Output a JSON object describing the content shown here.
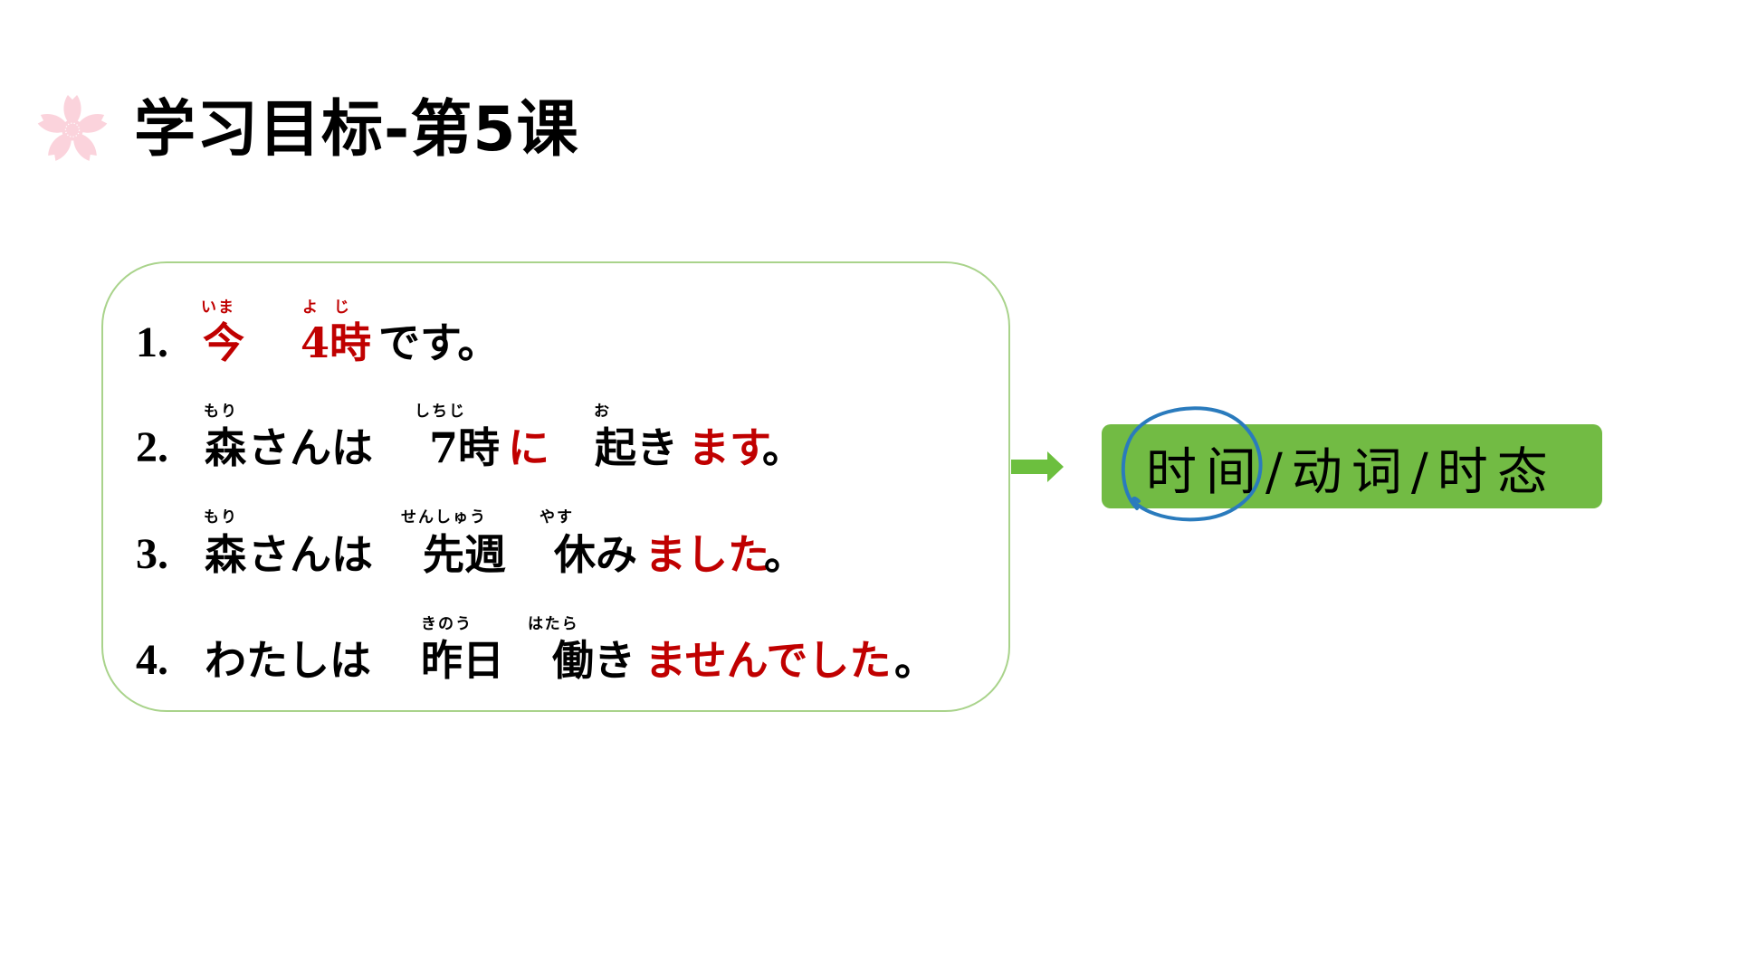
{
  "slide": {
    "title": "学习目标-第5课",
    "title_icon": "sakura-flower-icon",
    "colors": {
      "highlight_red": "#c00000",
      "panel_border": "#a9d38b",
      "arrow_green": "#6cbf3e",
      "tag_green": "#72bb44",
      "annotation_blue": "#2a7bbd",
      "sakura_pink": "#fbd3dc"
    }
  },
  "sentences": [
    {
      "number": "1.",
      "segments": [
        {
          "text": "今",
          "color": "red",
          "ruby": "いま"
        },
        {
          "text": "4時",
          "color": "red",
          "ruby": "よ じ"
        },
        {
          "text": "です。",
          "color": "black"
        }
      ]
    },
    {
      "number": "2.",
      "segments": [
        {
          "text": "森",
          "color": "black",
          "ruby": "もり"
        },
        {
          "text": "さんは",
          "color": "black"
        },
        {
          "text": "7時",
          "color": "black",
          "ruby": "しちじ"
        },
        {
          "text": "に",
          "color": "red"
        },
        {
          "text": "起き",
          "color": "black",
          "ruby": "お"
        },
        {
          "text": "ます",
          "color": "red"
        },
        {
          "text": "。",
          "color": "black"
        }
      ]
    },
    {
      "number": "3.",
      "segments": [
        {
          "text": "森",
          "color": "black",
          "ruby": "もり"
        },
        {
          "text": "さんは",
          "color": "black"
        },
        {
          "text": "先週",
          "color": "black",
          "ruby": "せんしゅう"
        },
        {
          "text": "休み",
          "color": "black",
          "ruby": "やす"
        },
        {
          "text": "ました",
          "color": "red"
        },
        {
          "text": "。",
          "color": "black"
        }
      ]
    },
    {
      "number": "4.",
      "segments": [
        {
          "text": "わたしは",
          "color": "black"
        },
        {
          "text": "昨日",
          "color": "black",
          "ruby": "きのう"
        },
        {
          "text": "働き",
          "color": "black",
          "ruby": "はたら"
        },
        {
          "text": "ませんでした",
          "color": "red"
        },
        {
          "text": "。",
          "color": "black"
        }
      ]
    }
  ],
  "connector": {
    "icon": "arrow-right-icon"
  },
  "summary_tag": {
    "text": "时间/动词/时态",
    "annotation": "hand-drawn-circle-around-时间"
  }
}
